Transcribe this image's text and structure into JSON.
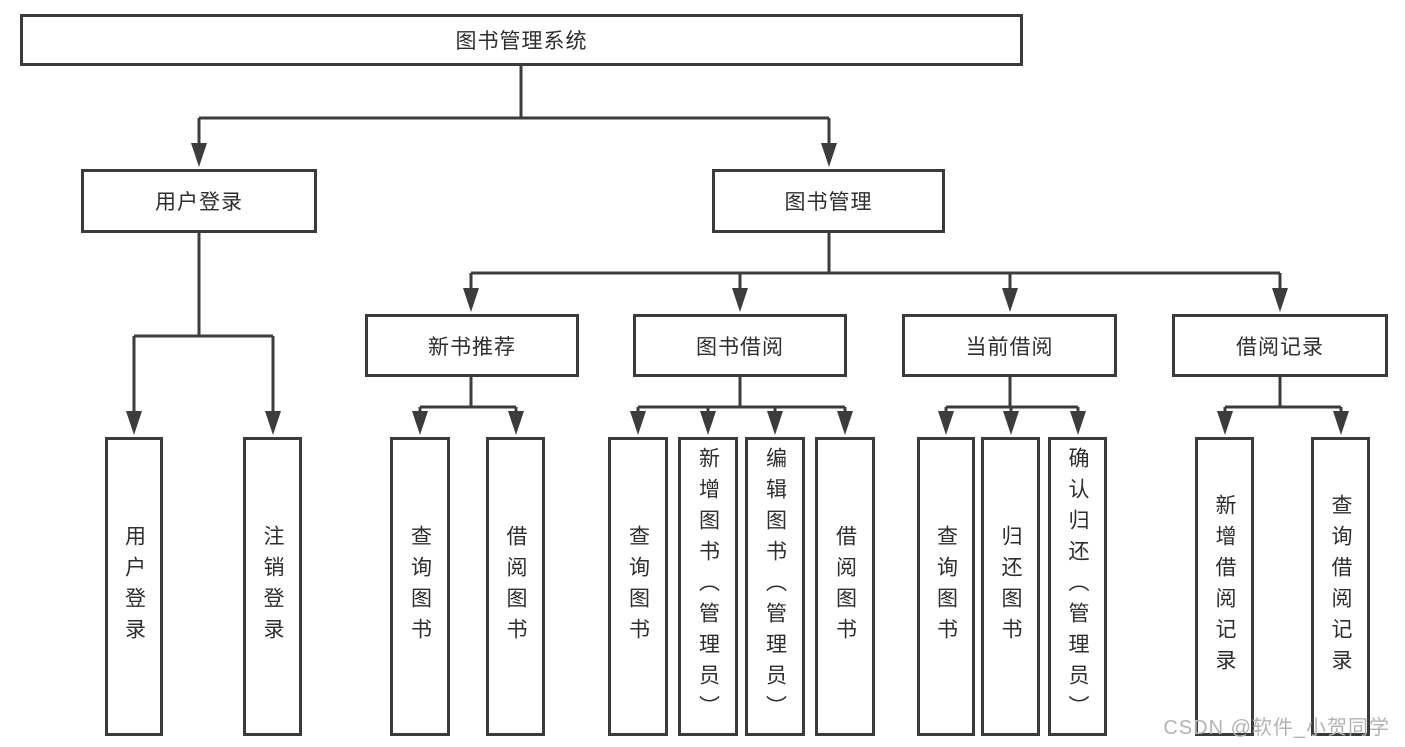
{
  "tree": {
    "root": {
      "label": "图书管理系统"
    },
    "login": {
      "label": "用户登录",
      "children": [
        {
          "label": "用户登录"
        },
        {
          "label": "注销登录"
        }
      ]
    },
    "management": {
      "label": "图书管理",
      "sections": [
        {
          "label": "新书推荐",
          "children": [
            {
              "label": "查询图书"
            },
            {
              "label": "借阅图书"
            }
          ]
        },
        {
          "label": "图书借阅",
          "children": [
            {
              "label": "查询图书"
            },
            {
              "label": "新增图书（管理员）"
            },
            {
              "label": "编辑图书（管理员）"
            },
            {
              "label": "借阅图书"
            }
          ]
        },
        {
          "label": "当前借阅",
          "children": [
            {
              "label": "查询图书"
            },
            {
              "label": "归还图书"
            },
            {
              "label": "确认归还（管理员）"
            }
          ]
        },
        {
          "label": "借阅记录",
          "children": [
            {
              "label": "新增借阅记录"
            },
            {
              "label": "查询借阅记录"
            }
          ]
        }
      ]
    }
  },
  "watermark": {
    "text": "CSDN @软件_小贺同学"
  },
  "colors": {
    "line": "#3c3c3c",
    "text": "#2e2e2e",
    "watermark": "#b3b3b3",
    "background": "#ffffff"
  }
}
